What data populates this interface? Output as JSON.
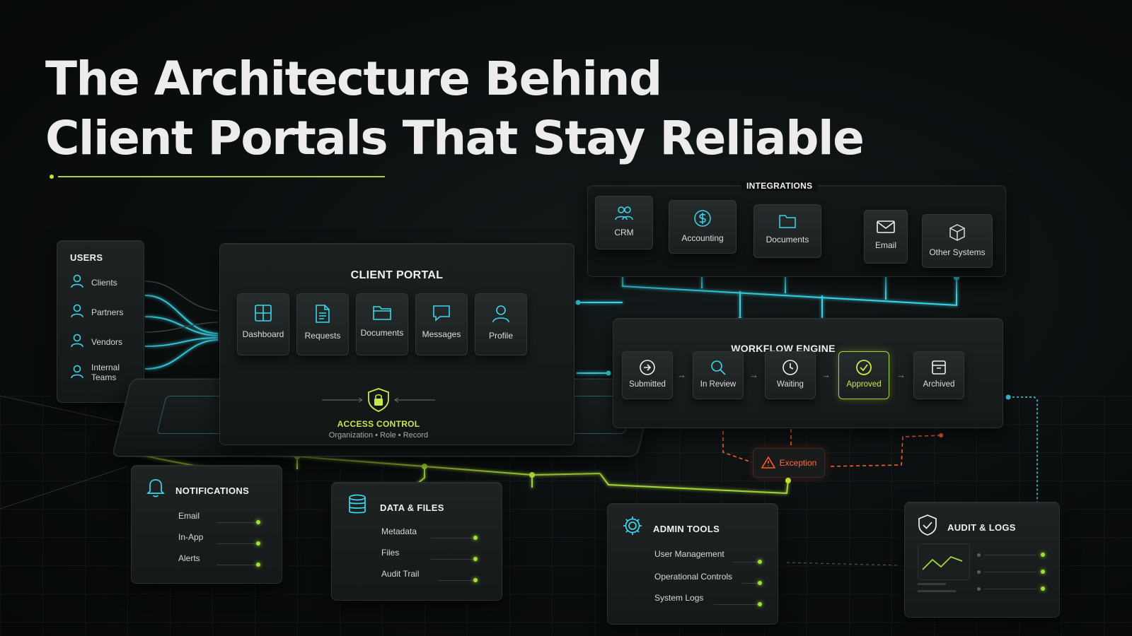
{
  "title": {
    "line1": "The Architecture Behind",
    "line2": "Client Portals That Stay Reliable"
  },
  "colors": {
    "accent_green": "#a6d53a",
    "accent_cyan": "#3ad8ea",
    "exception_orange": "#ff5a2a",
    "panel": "#1c2020"
  },
  "users": {
    "title": "USERS",
    "items": [
      {
        "label": "Clients",
        "icon": "person-icon"
      },
      {
        "label": "Partners",
        "icon": "person-icon"
      },
      {
        "label": "Vendors",
        "icon": "person-icon"
      },
      {
        "label": "Internal Teams",
        "icon": "person-icon"
      }
    ]
  },
  "portal": {
    "title": "CLIENT PORTAL",
    "modules": [
      {
        "label": "Dashboard",
        "icon": "dashboard-icon"
      },
      {
        "label": "Requests",
        "icon": "document-icon"
      },
      {
        "label": "Documents",
        "icon": "folder-icon"
      },
      {
        "label": "Messages",
        "icon": "chat-icon"
      },
      {
        "label": "Profile",
        "icon": "user-icon"
      }
    ],
    "access_control": {
      "label": "ACCESS CONTROL",
      "subtitle": "Organization • Role • Record",
      "icon": "shield-lock-icon"
    }
  },
  "integrations": {
    "title": "INTEGRATIONS",
    "items": [
      {
        "label": "CRM",
        "icon": "people-icon"
      },
      {
        "label": "Accounting",
        "icon": "dollar-icon"
      },
      {
        "label": "Documents",
        "icon": "folder-icon"
      },
      {
        "label": "Email",
        "icon": "envelope-icon"
      },
      {
        "label": "Other Systems",
        "icon": "cube-icon"
      }
    ]
  },
  "workflow": {
    "title": "WORKFLOW ENGINE",
    "steps": [
      {
        "label": "Submitted",
        "icon": "arrow-circle-icon"
      },
      {
        "label": "In Review",
        "icon": "magnifier-icon"
      },
      {
        "label": "Waiting",
        "icon": "clock-icon"
      },
      {
        "label": "Approved",
        "icon": "check-circle-icon"
      },
      {
        "label": "Archived",
        "icon": "archive-icon"
      }
    ],
    "active_step": "Approved",
    "exception": {
      "label": "Exception",
      "icon": "warning-icon"
    }
  },
  "notifications": {
    "title": "NOTIFICATIONS",
    "icon": "bell-icon",
    "items": [
      "Email",
      "In-App",
      "Alerts"
    ]
  },
  "data_files": {
    "title": "DATA & FILES",
    "icon": "database-icon",
    "items": [
      "Metadata",
      "Files",
      "Audit Trail"
    ]
  },
  "admin_tools": {
    "title": "ADMIN TOOLS",
    "icon": "gear-icon",
    "items": [
      "User Management",
      "Operational Controls",
      "System Logs"
    ]
  },
  "audit_logs": {
    "title": "AUDIT & LOGS",
    "icon": "shield-check-icon"
  }
}
